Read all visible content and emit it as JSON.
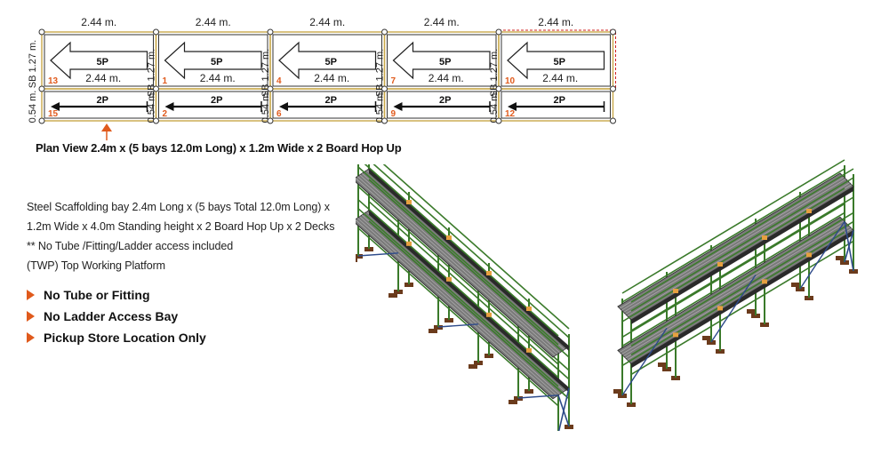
{
  "plan": {
    "bay_width_labels": [
      "2.44 m.",
      "2.44 m.",
      "2.44 m.",
      "2.44 m.",
      "2.44 m."
    ],
    "inner_width_labels": [
      "2.44 m.",
      "2.44 m.",
      "2.44 m.",
      "2.44 m.",
      "2.44 m."
    ],
    "main_board_labels": [
      "5P",
      "5P",
      "5P",
      "5P",
      "5P"
    ],
    "hopup_board_labels": [
      "2P",
      "2P",
      "2P",
      "2P",
      "2P"
    ],
    "bay_numbers_main": [
      "13",
      "1",
      "4",
      "7",
      "10"
    ],
    "bay_numbers_hopup": [
      "15",
      "2",
      "6",
      "9",
      "12"
    ],
    "side_label_main": "SB 1.27 m.",
    "side_label_hopup": "0.54 m.",
    "caption": "Plan View 2.4m x (5 bays 12.0m Long) x 1.2m Wide x 2 Board Hop Up"
  },
  "description": {
    "lines": [
      "Steel Scaffolding bay 2.4m Long x (5 bays Total 12.0m Long) x",
      "1.2m Wide x 4.0m Standing height x 2 Board Hop Up x 2 Decks",
      "** No Tube /Fitting/Ladder access included",
      "(TWP) Top Working Platform"
    ]
  },
  "bullets": [
    "No Tube or Fitting",
    "No Ladder Access Bay",
    "Pickup Store Location Only"
  ],
  "colors": {
    "accent": "#e05a1c",
    "frame_green": "#3a7a2a",
    "frame_blue": "#2d4a8a",
    "deck_grey": "#7a7a7a",
    "plan_border": "#c9a84a"
  },
  "icons": [
    "arrow-left-icon",
    "bullet-triangle-icon",
    "up-arrow-marker-icon"
  ]
}
